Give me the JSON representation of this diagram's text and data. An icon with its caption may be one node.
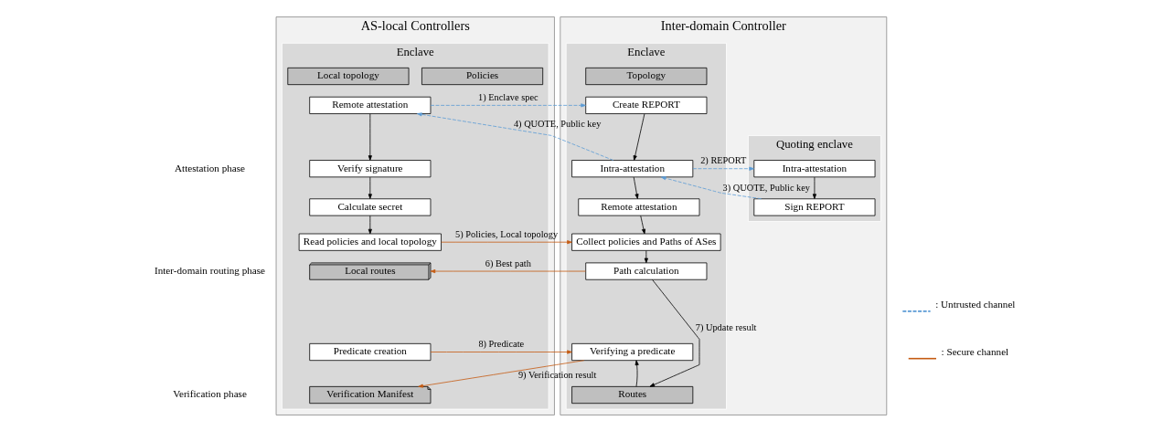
{
  "diagram": {
    "nodes": [
      {
        "text": [
          "AS-local Controllers"
        ]
      },
      {
        "text": [
          "Enclave"
        ],
        "in": 0
      },
      {
        "text": [
          "Policies"
        ],
        "in": 1
      },
      {
        "text": [
          "Local topology"
        ],
        "in": 1
      },
      {
        "text": [
          "Remote attestation"
        ],
        "in": 1
      },
      {
        "text": [
          "Verify signature"
        ],
        "in": 1
      },
      {
        "text": [
          "Calculate secret"
        ],
        "in": 1
      },
      {
        "text": [
          "Read policies and local topology"
        ],
        "in": 1
      },
      {
        "text": [
          "Local routes"
        ],
        "in": 1
      },
      {
        "text": [
          "Predicate creation"
        ],
        "in": 1
      },
      {
        "text": [
          "Verification Manifest"
        ],
        "in": 1
      },
      {
        "text": [
          "Inter-domain Controller"
        ]
      },
      {
        "text": [
          "Enclave"
        ],
        "in": 11
      },
      {
        "text": [
          "Topology"
        ],
        "in": 12
      },
      {
        "text": [
          "Create REPORT"
        ],
        "in": 12
      },
      {
        "text": [
          "Intra-attestation"
        ],
        "in": 12
      },
      {
        "text": [
          "Remote attestation"
        ],
        "in": 12
      },
      {
        "text": [
          "Collect policies and Paths of ASes"
        ],
        "in": 12
      },
      {
        "text": [
          "Path calculation"
        ],
        "in": 12
      },
      {
        "text": [
          "Verifying a predicate"
        ],
        "in": 12
      },
      {
        "text": [
          "Routes"
        ],
        "in": 12
      },
      {
        "text": [
          "Quoting enclave"
        ],
        "in": 11
      },
      {
        "text": [
          "Intra-attestation"
        ],
        "in": 21
      },
      {
        "text": [
          "Sign REPORT"
        ],
        "in": 21
      }
    ],
    "edges": [
      {
        "from": 4,
        "to": 14,
        "arrow": "to",
        "label": "1) Enclave spec",
        "style": "dashed",
        "color": "#5b9bd5"
      },
      {
        "from": 15,
        "to": 22,
        "arrow": "to",
        "label": "2) REPORT",
        "style": "dashed",
        "color": "#5b9bd5"
      },
      {
        "from": 23,
        "to": 15,
        "arrow": "to",
        "label": "3) QUOTE, Public key",
        "style": "dashed",
        "color": "#5b9bd5"
      },
      {
        "from": 15,
        "to": 4,
        "arrow": "to",
        "label": "4) QUOTE, Public key",
        "style": "dashed",
        "color": "#5b9bd5"
      },
      {
        "from": 7,
        "to": 17,
        "arrow": "to",
        "label": "5) Policies, Local topology",
        "color": "#c55a11"
      },
      {
        "from": 18,
        "to": 8,
        "arrow": "to",
        "label": "6) Best path",
        "color": "#c55a11"
      },
      {
        "from": 18,
        "to": 20,
        "arrow": "to",
        "label": "7) Update result"
      },
      {
        "from": 9,
        "to": 19,
        "arrow": "to",
        "label": "8) Predicate",
        "color": "#c55a11"
      },
      {
        "from": 19,
        "to": 10,
        "arrow": "to",
        "label": "9) Verification result",
        "color": "#c55a11"
      },
      {
        "from": 4,
        "to": 5,
        "arrow": "to"
      },
      {
        "from": 5,
        "to": 6,
        "arrow": "to"
      },
      {
        "from": 6,
        "to": 7,
        "arrow": "to"
      },
      {
        "from": 14,
        "to": 15,
        "arrow": "to"
      },
      {
        "from": 15,
        "to": 16,
        "arrow": "to"
      },
      {
        "from": 16,
        "to": 17,
        "arrow": "to"
      },
      {
        "from": 17,
        "to": 18,
        "arrow": "to"
      },
      {
        "from": 20,
        "to": 19,
        "arrow": "to"
      },
      {
        "from": 22,
        "to": 23,
        "arrow": "to"
      }
    ],
    "labels": [
      "Attestation phase",
      "Inter-domain routing phase",
      "Verification phase"
    ],
    "legend": [
      {
        "text": ": Untrusted channel"
      },
      {
        "text": ": Secure channel"
      }
    ]
  }
}
